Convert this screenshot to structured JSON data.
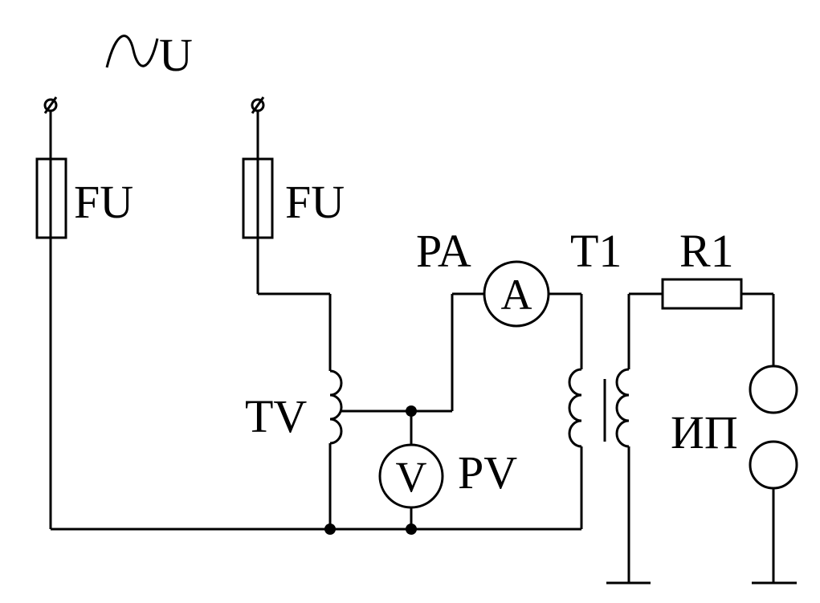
{
  "source": {
    "label": "U",
    "symbol": "sine-wave"
  },
  "fuses": [
    {
      "label": "FU"
    },
    {
      "label": "FU"
    }
  ],
  "transformer_tv": {
    "label": "TV"
  },
  "ammeter": {
    "label": "PA",
    "glyph": "A"
  },
  "voltmeter": {
    "label": "PV",
    "glyph": "V"
  },
  "transformer_t1": {
    "label": "T1"
  },
  "resistor": {
    "label": "R1"
  },
  "electrodes": {
    "label": "ИП"
  },
  "colors": {
    "line": "#000000",
    "background": "#ffffff"
  }
}
